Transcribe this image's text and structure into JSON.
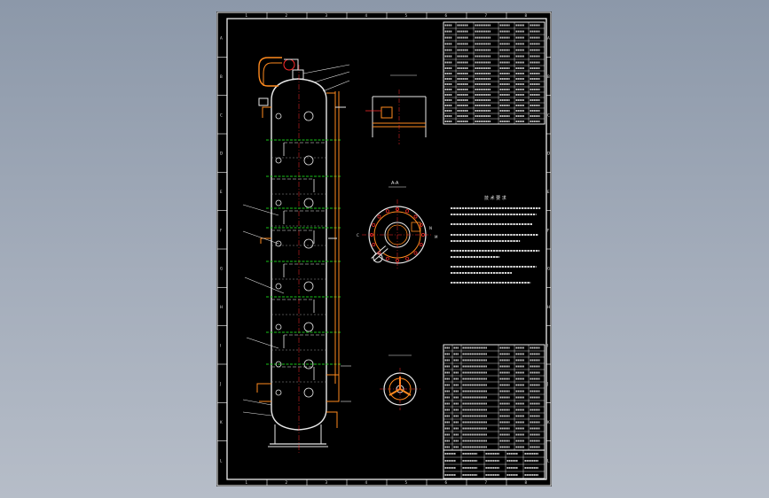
{
  "colors": {
    "frame": "#ffffff",
    "shell": "#e8e8e8",
    "accent": "#ff8a1e",
    "red": "#ff2a2a",
    "green": "#17c617",
    "cyan": "#00c8ff",
    "grey": "#9a9a9a"
  },
  "border": {
    "columns": [
      "1",
      "2",
      "3",
      "4",
      "5",
      "6",
      "7",
      "8"
    ],
    "rows": [
      "A",
      "B",
      "C",
      "D",
      "E",
      "F",
      "G",
      "H",
      "I",
      "J",
      "K",
      "L"
    ]
  },
  "views": {
    "section_label": "A-A",
    "n_label": "N",
    "c_label": "C",
    "m_label": "M"
  },
  "notes": {
    "title": "技 术 要 求"
  }
}
